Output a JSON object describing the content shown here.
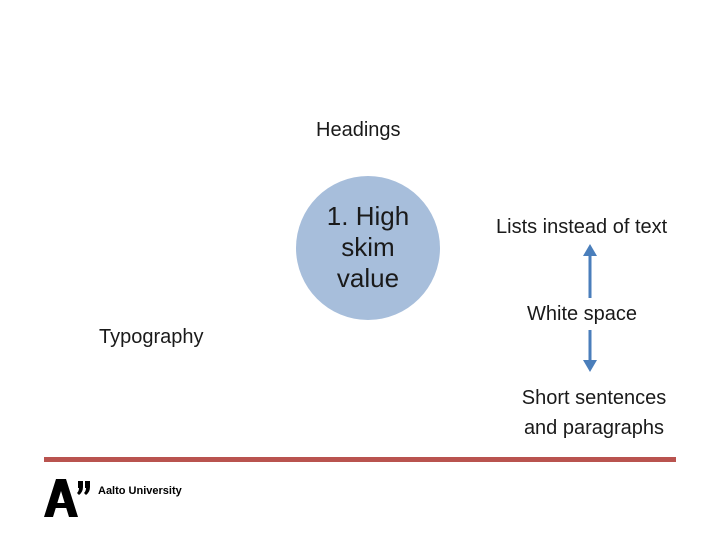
{
  "labels": {
    "headings": "Headings",
    "typography": "Typography",
    "lists": "Lists instead of text",
    "white_space": "White space",
    "short": "Short sentences and paragraphs"
  },
  "center": {
    "text": "1. High\nskim\nvalue",
    "color": "#a7bedb"
  },
  "arrows": {
    "color": "#4a7ebb"
  },
  "divider": {
    "color": "#b9534f"
  },
  "footer": {
    "org": "Aalto University"
  }
}
